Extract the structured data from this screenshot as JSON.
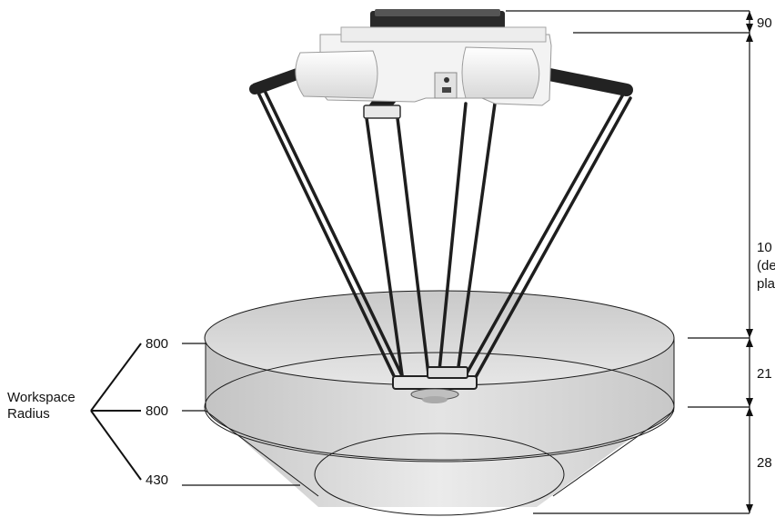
{
  "workspace_label": {
    "line1": "Workspace",
    "line2": "Radius"
  },
  "radius_labels": {
    "top": "800",
    "middle": "800",
    "bottom": "430"
  },
  "dimensions": {
    "top": "90",
    "middle_line1": "10",
    "middle_line2": "(de",
    "middle_line3": "pla",
    "lower": "21",
    "bottom": "28"
  },
  "colors": {
    "workspace_fill": "#d4d4d4",
    "line": "#1a1a1a",
    "robot_body": "#f2f2f2",
    "robot_dark": "#222222"
  }
}
